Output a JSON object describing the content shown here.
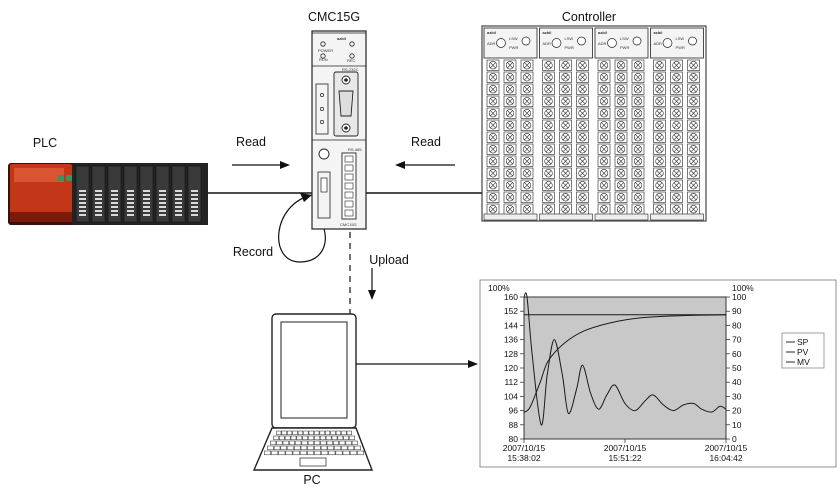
{
  "labels": {
    "cmc": "CMC15G",
    "controller": "Controller",
    "plc": "PLC",
    "read_left": "Read",
    "read_right": "Read",
    "record": "Record",
    "upload": "Upload",
    "pc": "PC"
  },
  "device_text": {
    "brand": "azbil",
    "power": "POWER",
    "run": "RUN",
    "rec": "REC",
    "port": "RS-232C",
    "rs485": "RS-485",
    "model": "CMC15G"
  },
  "module_text": {
    "brand": "azbil",
    "adr": "ADR",
    "lsw": "LSW",
    "pwr": "PWR"
  },
  "chart_data": {
    "type": "line",
    "y_left": {
      "range": [
        80,
        160
      ],
      "unit": "100%",
      "ticks": [
        "160",
        "152",
        "144",
        "136",
        "128",
        "120",
        "112",
        "104",
        "96",
        "88",
        "80"
      ]
    },
    "y_right": {
      "range": [
        0,
        100
      ],
      "unit": "100%",
      "ticks": [
        "100",
        "90",
        "80",
        "70",
        "60",
        "50",
        "40",
        "30",
        "20",
        "10",
        "0"
      ]
    },
    "x_ticks": [
      {
        "date": "2007/10/15",
        "time": "15:38:02"
      },
      {
        "date": "2007/10/15",
        "time": "15:51:22"
      },
      {
        "date": "2007/10/15",
        "time": "16:04:42"
      }
    ],
    "legend_position": "right",
    "series": [
      {
        "name": "SP",
        "axis": "left",
        "values": [
          [
            0,
            150
          ],
          [
            1,
            150
          ]
        ]
      },
      {
        "name": "PV",
        "axis": "left",
        "values": [
          [
            0,
            95
          ],
          [
            0.03,
            98
          ],
          [
            0.08,
            112
          ],
          [
            0.12,
            124
          ],
          [
            0.2,
            134
          ],
          [
            0.3,
            141
          ],
          [
            0.45,
            146
          ],
          [
            0.6,
            148.5
          ],
          [
            0.8,
            149.6
          ],
          [
            1,
            150
          ]
        ]
      },
      {
        "name": "MV",
        "axis": "right",
        "values": [
          [
            0,
            100
          ],
          [
            0.015,
            100
          ],
          [
            0.04,
            60
          ],
          [
            0.085,
            10
          ],
          [
            0.115,
            45
          ],
          [
            0.15,
            70
          ],
          [
            0.19,
            45
          ],
          [
            0.22,
            18
          ],
          [
            0.26,
            35
          ],
          [
            0.29,
            52
          ],
          [
            0.33,
            32
          ],
          [
            0.37,
            21
          ],
          [
            0.41,
            31
          ],
          [
            0.45,
            38
          ],
          [
            0.5,
            25
          ],
          [
            0.55,
            20
          ],
          [
            0.6,
            27
          ],
          [
            0.64,
            31
          ],
          [
            0.69,
            24
          ],
          [
            0.74,
            20
          ],
          [
            0.79,
            24
          ],
          [
            0.84,
            25
          ],
          [
            0.88,
            21
          ],
          [
            0.93,
            19
          ],
          [
            0.97,
            23
          ],
          [
            1,
            21
          ]
        ]
      }
    ]
  }
}
